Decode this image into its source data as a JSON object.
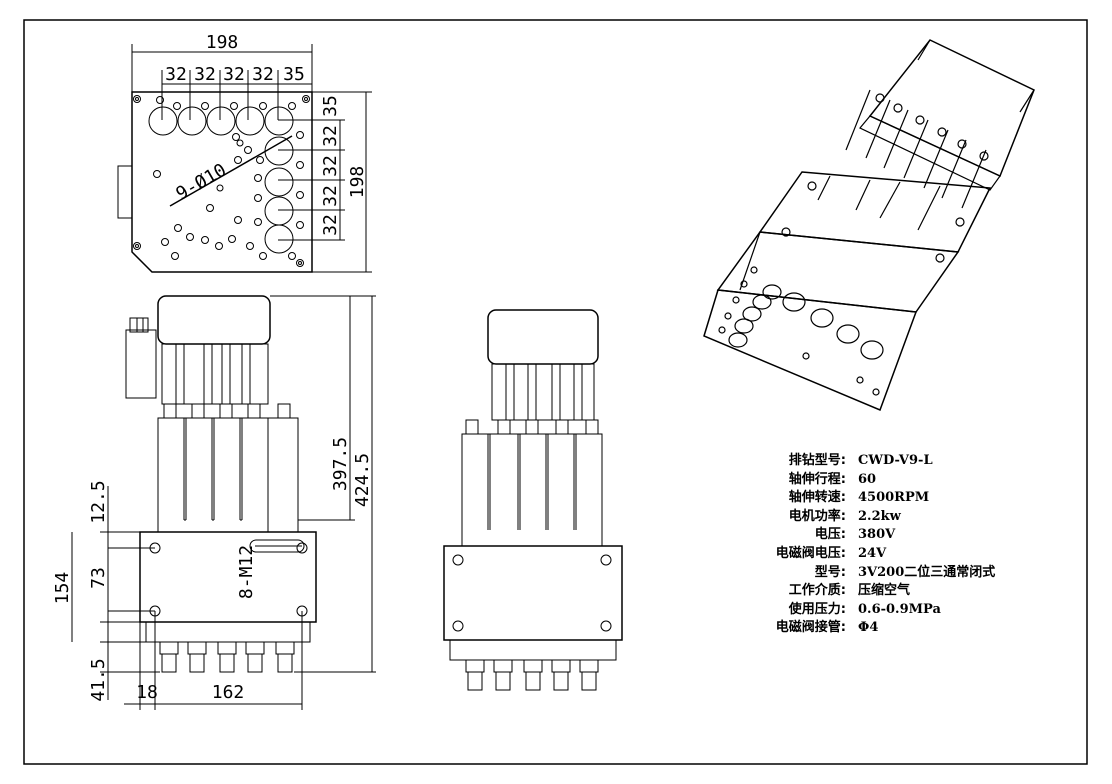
{
  "top_view": {
    "width_total": "198",
    "spacings": [
      "32",
      "32",
      "32",
      "32",
      "35"
    ],
    "height_spacings": [
      "35",
      "32",
      "32",
      "32",
      "32"
    ],
    "height_total": "198",
    "hole_label": "9-Ø10"
  },
  "front_view": {
    "dim_12_5": "12.5",
    "dim_73": "73",
    "dim_154": "154",
    "dim_41_5": "41.5",
    "dim_18": "18",
    "dim_162": "162",
    "dim_397_5": "397.5",
    "dim_424_5": "424.5",
    "thread_label": "8-M12"
  },
  "specs": [
    {
      "label": "排钻型号:",
      "value": "CWD-V9-L"
    },
    {
      "label": "轴伸行程:",
      "value": "60"
    },
    {
      "label": "轴伸转速:",
      "value": "4500RPM"
    },
    {
      "label": "电机功率:",
      "value": "2.2kw"
    },
    {
      "label": "电压:",
      "value": "380V"
    },
    {
      "label": "电磁阀电压:",
      "value": "24V"
    },
    {
      "label": "型号:",
      "value": "3V200二位三通常闭式"
    },
    {
      "label": "工作介质:",
      "value": "压缩空气"
    },
    {
      "label": "使用压力:",
      "value": "0.6-0.9MPa"
    },
    {
      "label": "电磁阀接管:",
      "value": "Φ4"
    }
  ]
}
